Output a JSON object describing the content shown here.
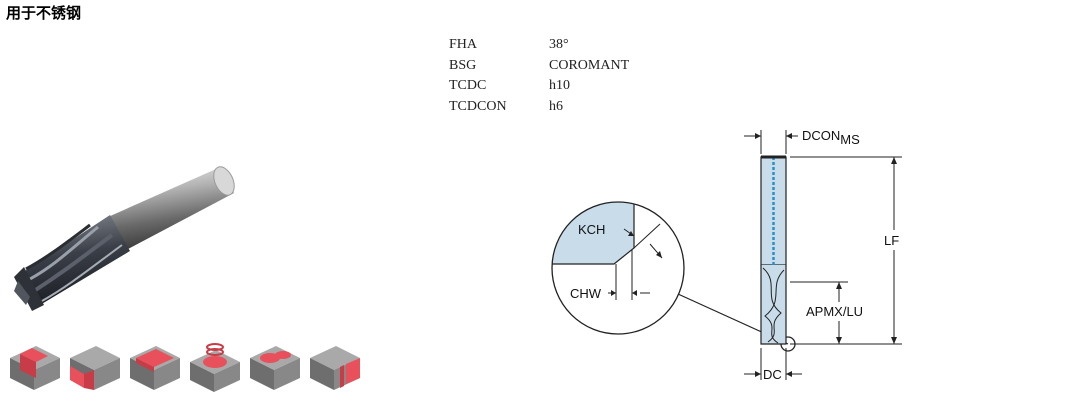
{
  "header": {
    "title": "用于不锈钢"
  },
  "specs": [
    {
      "key": "FHA",
      "value": "38°"
    },
    {
      "key": "BSG",
      "value": "COROMANT"
    },
    {
      "key": "TCDC",
      "value": "h10"
    },
    {
      "key": "TCDCON",
      "value": "h6"
    }
  ],
  "diagram": {
    "dcon_main": "DCON",
    "dcon_sub": "MS",
    "lf": "LF",
    "apmx": "APMX/LU",
    "dc": "DC",
    "kch": "KCH",
    "chw": "CHW"
  },
  "operations": [
    {
      "icon": "slotting-icon"
    },
    {
      "icon": "shoulder-milling-icon"
    },
    {
      "icon": "profile-milling-icon"
    },
    {
      "icon": "helical-interpolation-icon"
    },
    {
      "icon": "pocketing-icon"
    },
    {
      "icon": "side-milling-icon"
    }
  ],
  "colors": {
    "highlight": "#e8505b",
    "block": "#6e6e6e",
    "coating_blue": "#2a8fc9"
  }
}
